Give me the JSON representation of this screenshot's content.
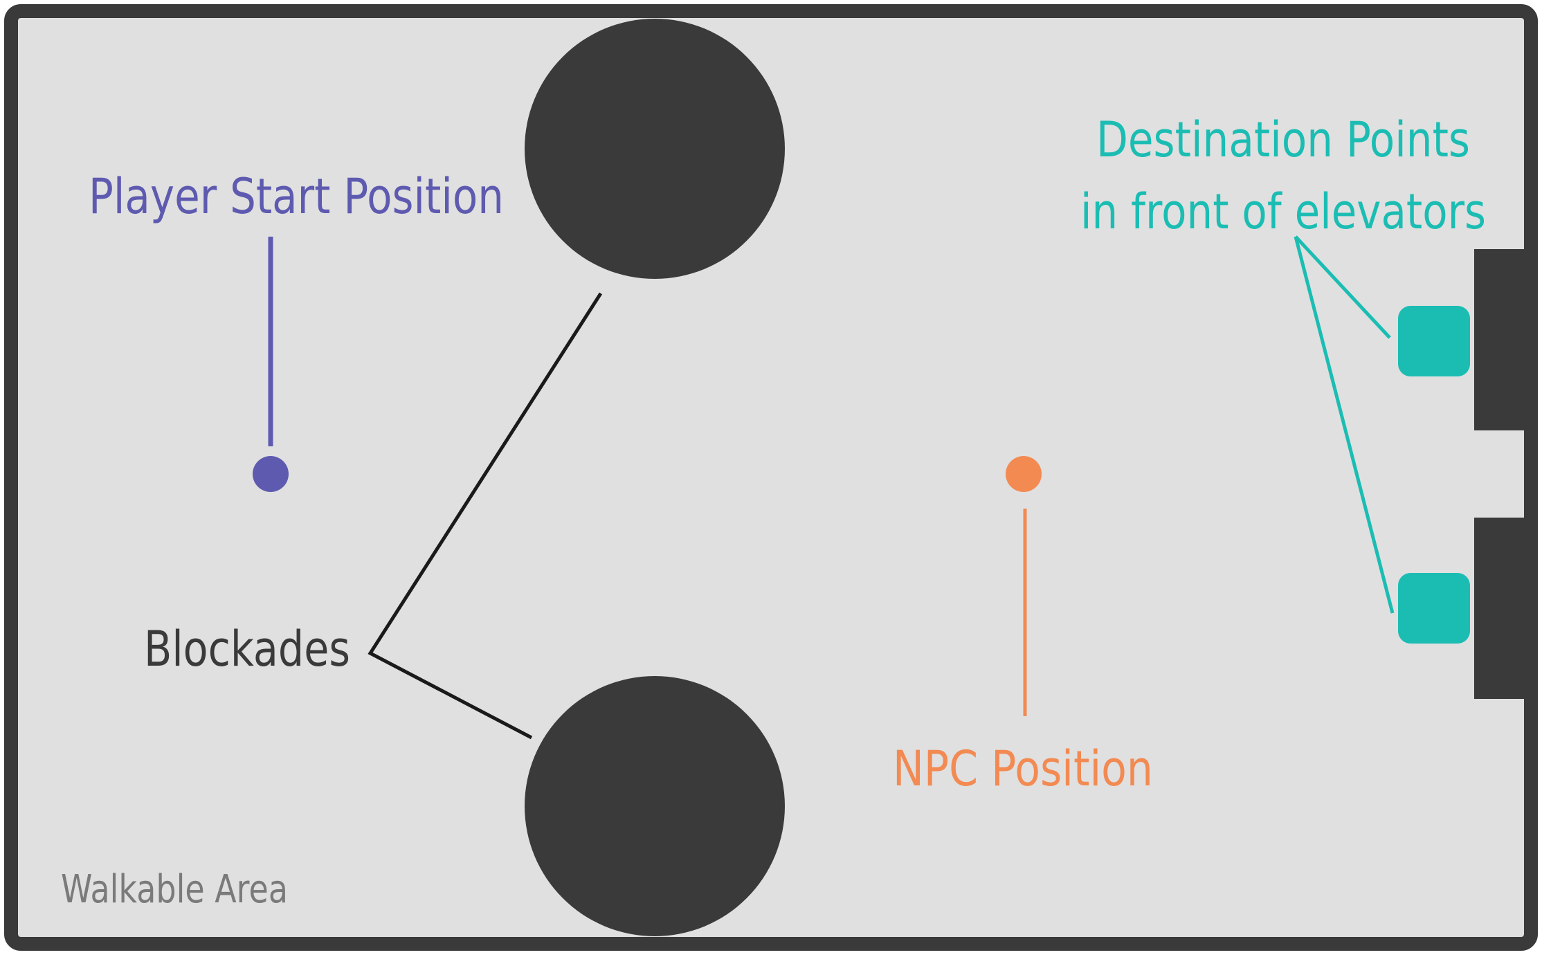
{
  "labels": {
    "player_start": "Player Start Position",
    "blockades": "Blockades",
    "npc_position": "NPC Position",
    "destination_line1": "Destination Points",
    "destination_line2": "in front of elevators",
    "walkable_area": "Walkable Area"
  },
  "colors": {
    "background": "#e0e0e0",
    "border": "#3a3a3a",
    "blockade": "#3a3a3a",
    "elevator": "#3a3a3a",
    "player": "#5e5ab0",
    "npc": "#f28a52",
    "destination": "#1bbdb3",
    "blockade_label": "#3a3a3a",
    "walkable_label": "#7a7a7a"
  }
}
